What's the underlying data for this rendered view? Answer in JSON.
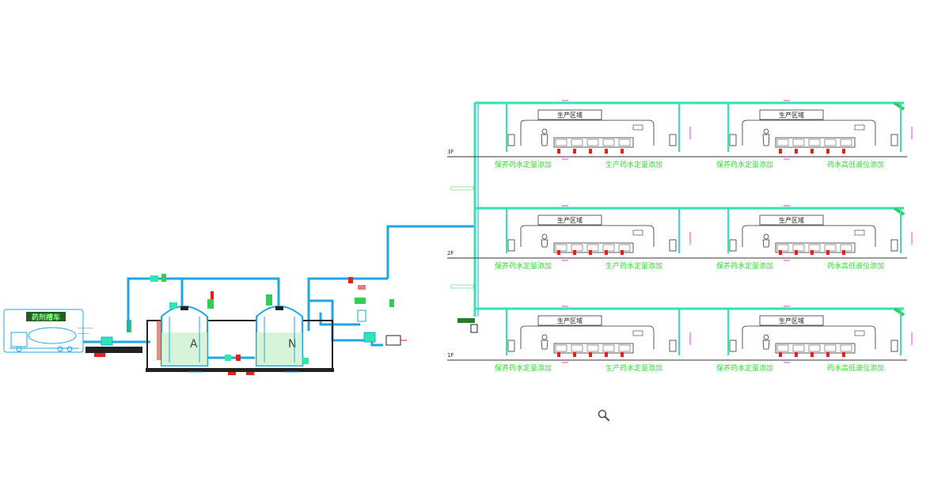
{
  "colors": {
    "pipe_cyan": "#1ea7e6",
    "pipe_green": "#2ee6b4",
    "line_green": "#33cc55",
    "label_green": "#33dd33",
    "magenta": "#e044e0",
    "red": "#e61e1e",
    "dark": "#333333"
  },
  "truck_sign": "药剂槽车",
  "tank_a_label": "A",
  "tank_n_label": "N",
  "floors": [
    {
      "label": "3F"
    },
    {
      "label": "2F"
    },
    {
      "label": "1F"
    }
  ],
  "zone_label": "生产区域",
  "bay_labels": [
    "保养药水定量添加",
    "生产药水定量添加",
    "保养药水定量添加",
    "药水高低液位添加"
  ],
  "icons": {
    "zoom": "magnifier-icon"
  }
}
